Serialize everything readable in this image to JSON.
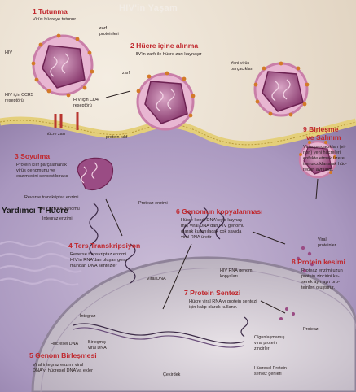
{
  "title": "HIV'in Yaşam",
  "cell_label": "Yardımcı T Hücre",
  "steps": [
    {
      "heading": "1 Tutunma",
      "text": [
        "Virüs hücreye tutunur"
      ]
    },
    {
      "heading": "2 Hücre içine alınma",
      "text": [
        "HIV'in zarfı ile hücre zarı kaynaşır"
      ]
    },
    {
      "heading": "3 Soyulma",
      "text": [
        "Protein kılıf parçalanarak",
        "virüs genomunu ve",
        "enzimlerini serbest bırakır"
      ]
    },
    {
      "heading": "4 Ters Transkripsiyon",
      "text": [
        "Reverse transkriptaz enzimi",
        "HIV'in RNA'dan oluşan geno-",
        "mundan DNA sentezler"
      ]
    },
    {
      "heading": "5 Genom Birleşmesi",
      "text": [
        "Viral integraz enzimi viral",
        "DNA'yı hücresel DNA'ya ekler"
      ]
    },
    {
      "heading": "6 Genomun kopyalanması",
      "text": [
        "Hücre kendi DNA'sıyla kaynaş-",
        "mış Viral DNA'dan HIV genomu",
        "olarak kullanılacak çok sayıda",
        "viral RNA üretir"
      ]
    },
    {
      "heading": "7 Protein Sentezi",
      "text": [
        "Hücre viral RNA'yı protein sentezi",
        "için kalıp olarak kullanır."
      ]
    },
    {
      "heading": "8 Protein kesimi",
      "text": [
        "Proteaz enzimi uzun",
        "protein zincirini ke-",
        "serek ayrı ayrı pro-",
        "teinleri oluşturur."
      ]
    },
    {
      "heading": "9 Birleşme",
      "heading2": "ve Salınım",
      "text": [
        "Virüs parçacıkları (vi-",
        "rion) yeni hücreleri",
        "enfekte etmek üzere",
        "tomurcuklanarak hüc-",
        "reden ayrılırlar."
      ]
    }
  ],
  "labels": {
    "hiv": "HIV",
    "envelope_proteins": [
      "zarf",
      "proteinleri"
    ],
    "envelope": "zarf",
    "ccr5": [
      "HIV için CCR5",
      "reseptörü"
    ],
    "cd4": [
      "HIV için CD4",
      "reseptörü"
    ],
    "cell_membrane": "hücre zarı",
    "protein_capsid": "protein kılıf",
    "reverse_transcriptase": "Reverse transkriptaz enzimi",
    "rna_genome": "HIV'in RNA genomu",
    "integrase": "İntegraz enzimi",
    "protease": "Proteaz enzimi",
    "new_virus": [
      "Yeni virüs",
      "parçacıkları"
    ],
    "viral_dna": "Viral DNA",
    "hiv_rna_copies": [
      "HIV RNA genom",
      "kopyaları"
    ],
    "integrase2": "İntegraz",
    "cellular_dna": "Hücresel DNA",
    "integrated_viral_dna": [
      "Birleşmiş",
      "viral DNA"
    ],
    "nucleus": "Çekirdek",
    "unassembled_proteins": [
      "Olgunlaşmamış",
      "viral protein",
      "zincirleri"
    ],
    "synthesis_genes": [
      "Hücresel Protein",
      "sentez genleri"
    ],
    "viral_protein": [
      "Viral",
      "proteinler"
    ],
    "protease2": "Proteaz"
  },
  "colors": {
    "heading": "#c0272d",
    "cytoplasm": "#b8a7c9",
    "membrane": "#e4cf7a",
    "virus_core": "#8e2a66",
    "spike": "#d37a28",
    "nucleus": "#d6cfd8"
  }
}
